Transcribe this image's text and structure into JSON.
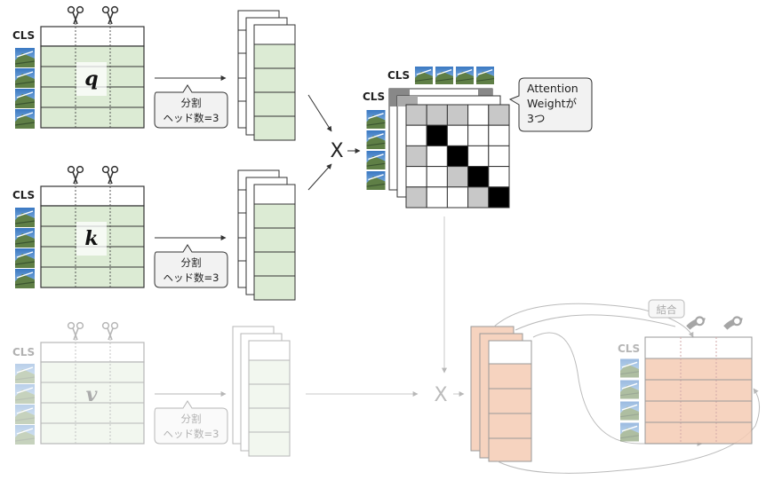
{
  "rows": {
    "q": {
      "cls": "CLS",
      "symbol": "q"
    },
    "k": {
      "cls": "CLS",
      "symbol": "k"
    },
    "v": {
      "cls": "CLS",
      "symbol": "v"
    }
  },
  "split_label": {
    "line1": "分割",
    "line2": "ヘッド数=3"
  },
  "multiply": "X",
  "attention": {
    "cls_top": "CLS",
    "cls_left": "CLS",
    "callout": [
      "Attention",
      "Weightが",
      "3つ"
    ]
  },
  "concat": {
    "label": "結合",
    "cls": "CLS"
  },
  "colors": {
    "green": "#dcebd4",
    "salmon": "#f5ccb5",
    "grid": "#333333",
    "fade": "#cfcfcf"
  },
  "icons": [
    "scissors-icon",
    "tape-icon",
    "photo-patch"
  ]
}
